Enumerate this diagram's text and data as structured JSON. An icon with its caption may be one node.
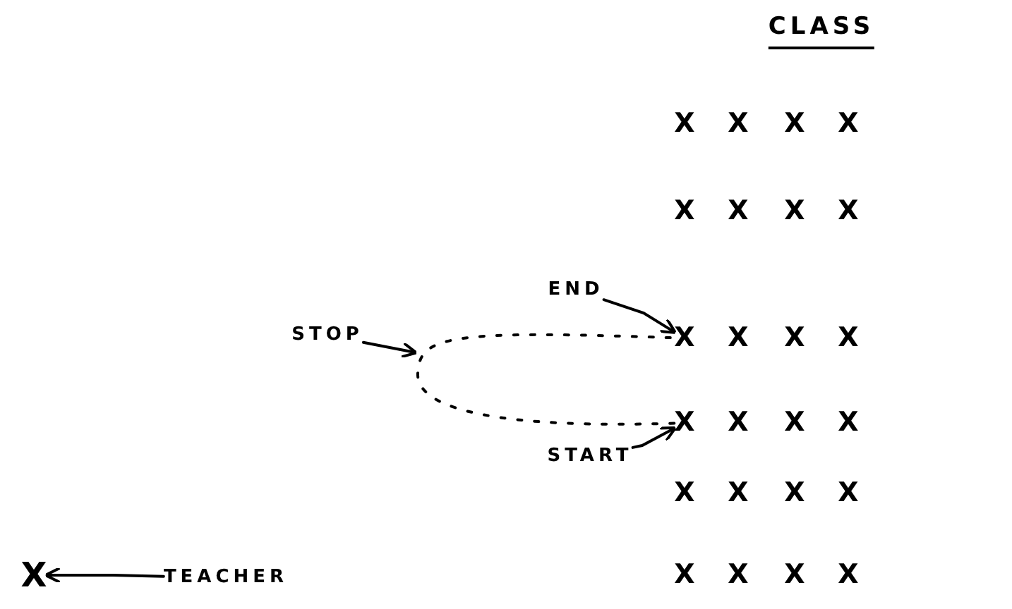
{
  "diagram": {
    "title": "CLASS",
    "nodes": [
      {
        "text": [
          "X"
        ]
      },
      {
        "text": [
          "X"
        ]
      },
      {
        "text": [
          "X"
        ]
      },
      {
        "text": [
          "X"
        ]
      },
      {
        "text": [
          "X"
        ]
      },
      {
        "text": [
          "X"
        ]
      },
      {
        "text": [
          "X"
        ]
      },
      {
        "text": [
          "X"
        ]
      },
      {
        "text": [
          "X"
        ]
      },
      {
        "text": [
          "X"
        ]
      },
      {
        "text": [
          "X"
        ]
      },
      {
        "text": [
          "X"
        ]
      },
      {
        "text": [
          "X"
        ]
      },
      {
        "text": [
          "X"
        ]
      },
      {
        "text": [
          "X"
        ]
      },
      {
        "text": [
          "X"
        ]
      },
      {
        "text": [
          "X"
        ]
      },
      {
        "text": [
          "X"
        ]
      },
      {
        "text": [
          "X"
        ]
      },
      {
        "text": [
          "X"
        ]
      },
      {
        "text": [
          "X"
        ]
      },
      {
        "text": [
          "X"
        ]
      },
      {
        "text": [
          "X"
        ]
      },
      {
        "text": [
          "X"
        ]
      },
      {
        "text": [
          "END"
        ]
      },
      {
        "text": [
          "STOP"
        ]
      },
      {
        "text": [
          "START"
        ]
      },
      {
        "text": [
          "X"
        ]
      },
      {
        "text": [
          "TEACHER"
        ]
      }
    ],
    "edges": [
      {
        "from": 24,
        "to": 8,
        "arrow": "to"
      },
      {
        "from": 25,
        "to": null,
        "arrow": "to"
      },
      {
        "from": 26,
        "to": 12,
        "arrow": "to"
      },
      {
        "from": 12,
        "to": 8,
        "arrow": "none",
        "style": "dashed"
      },
      {
        "from": 28,
        "to": 27,
        "arrow": "to"
      }
    ]
  }
}
